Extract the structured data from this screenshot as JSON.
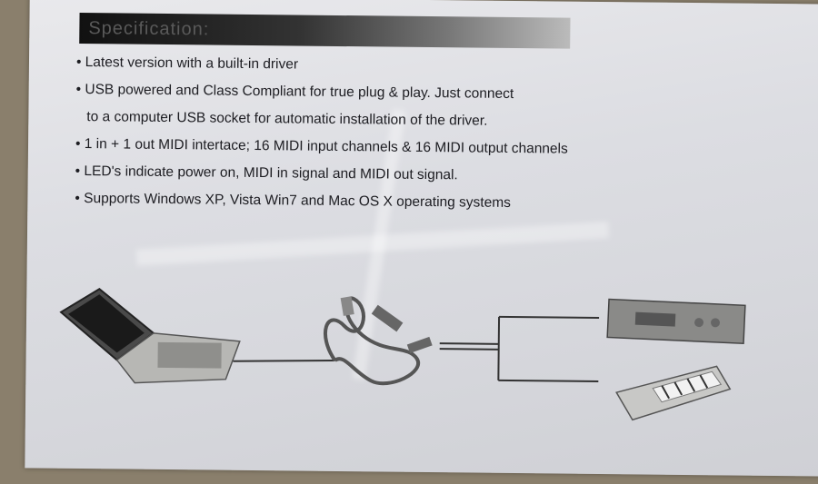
{
  "header": {
    "title": "Specification:"
  },
  "bullets": [
    "Latest version with a built-in driver",
    "USB powered and Class Compliant for true plug & play. Just connect",
    "to a computer USB socket for automatic installation of the driver.",
    "1 in + 1 out MIDI intertace; 16 MIDI input channels & 16 MIDI output channels",
    "LED's indicate power on, MIDI in signal and MIDI out signal.",
    "Supports Windows XP, Vista Win7 and Mac OS X operating systems"
  ],
  "bullet_marker": "•",
  "diagram": {
    "icons": [
      "laptop-icon",
      "usb-midi-cable-icon",
      "rack-module-icon",
      "keyboard-icon"
    ]
  },
  "colors": {
    "paper": "#dcdde2",
    "text": "#1d1d22",
    "header_dark": "#111111"
  }
}
